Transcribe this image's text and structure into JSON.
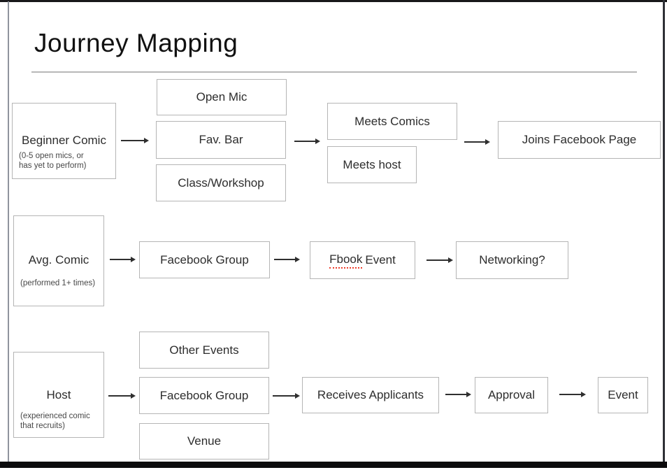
{
  "slide": {
    "title": "Journey Mapping"
  },
  "colors": {
    "box_border": "#b5b5b5",
    "arrow": "#2f2f2f",
    "divider": "#b8b8b8",
    "spellcheck_underline": "#ee3d2b",
    "frame": "#111111"
  },
  "journeys": [
    {
      "persona": {
        "name": "Beginner Comic",
        "note_lines": [
          "(0-5 open mics, or",
          "has yet to perform)"
        ]
      },
      "options": [
        "Open Mic",
        "Fav. Bar",
        "Class/Workshop"
      ],
      "meets": [
        "Meets Comics",
        "Meets host"
      ],
      "outcome": "Joins Facebook Page"
    },
    {
      "persona": {
        "name": "Avg. Comic",
        "note_lines": [
          "(performed 1+ times)"
        ]
      },
      "group": "Facebook Group",
      "event": {
        "misspelled_word": "Fbook",
        "rest": "Event"
      },
      "outcome": "Networking?"
    },
    {
      "persona": {
        "name": "Host",
        "note_lines": [
          "(experienced comic",
          "that recruits)"
        ]
      },
      "options": [
        "Other Events",
        "Facebook Group",
        "Venue"
      ],
      "receives": "Receives Applicants",
      "approval": "Approval",
      "outcome": "Event"
    }
  ]
}
